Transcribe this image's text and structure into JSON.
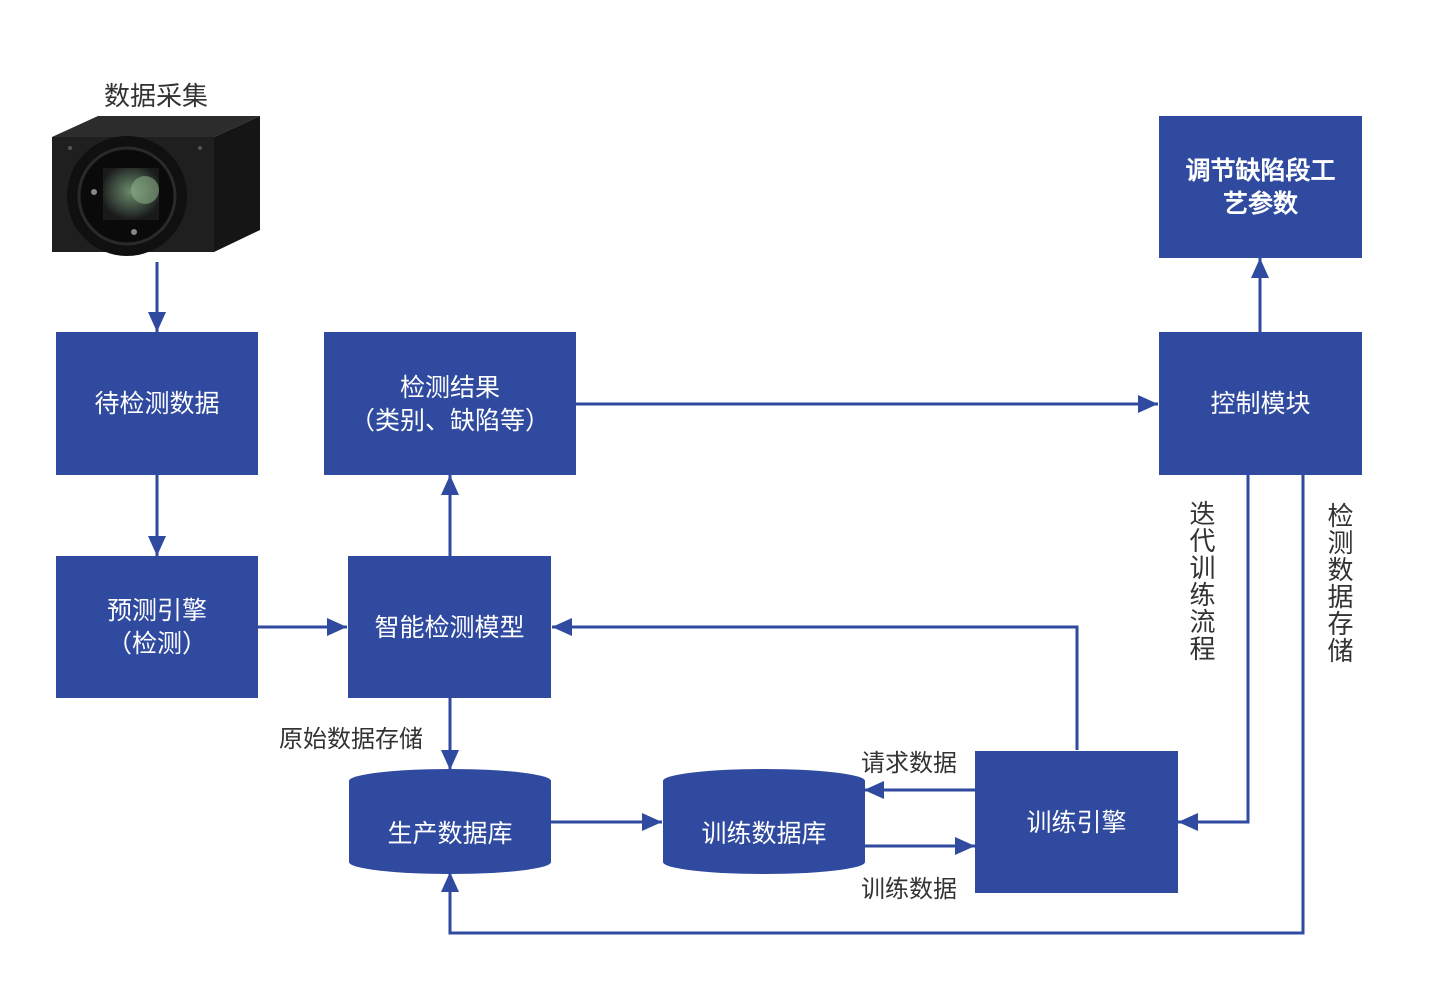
{
  "camera": {
    "title": "数据采集"
  },
  "nodes": {
    "pending_data": "待检测数据",
    "predict_engine": [
      "预测引擎",
      "（检测）"
    ],
    "detect_result": [
      "检测结果",
      "（类别、缺陷等）"
    ],
    "smart_model": "智能检测模型",
    "control_module": "控制模块",
    "adjust_params": [
      "调节缺陷段工",
      "艺参数"
    ],
    "production_db": "生产数据库",
    "training_db": "训练数据库",
    "training_engine": "训练引擎"
  },
  "edge_labels": {
    "raw_storage": "原始数据存储",
    "request_data": "请求数据",
    "train_data": "训练数据",
    "iterative_training": "迭代训练流程",
    "detect_storage": "检测数据存储"
  },
  "colors": {
    "node": "#2f4a9f",
    "edge": "#2f4a9f",
    "text": "#333333"
  }
}
